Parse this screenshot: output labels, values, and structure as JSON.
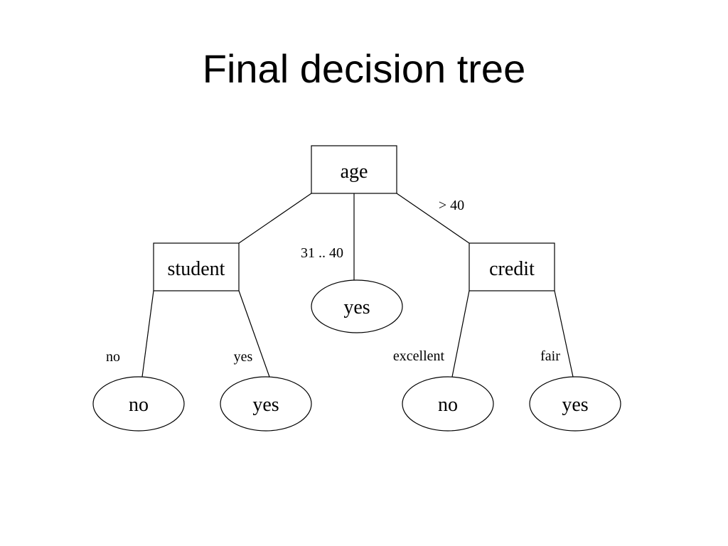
{
  "title": "Final decision tree",
  "nodes": {
    "age": "age",
    "student": "student",
    "credit": "credit",
    "middle_leaf": "yes",
    "student_no_leaf": "no",
    "student_yes_leaf": "yes",
    "credit_excellent_leaf": "no",
    "credit_fair_leaf": "yes"
  },
  "edges": {
    "age_middle": "31 .. 40",
    "age_right": "> 40",
    "student_no": "no",
    "student_yes": "yes",
    "credit_excellent": "excellent",
    "credit_fair": "fair"
  }
}
